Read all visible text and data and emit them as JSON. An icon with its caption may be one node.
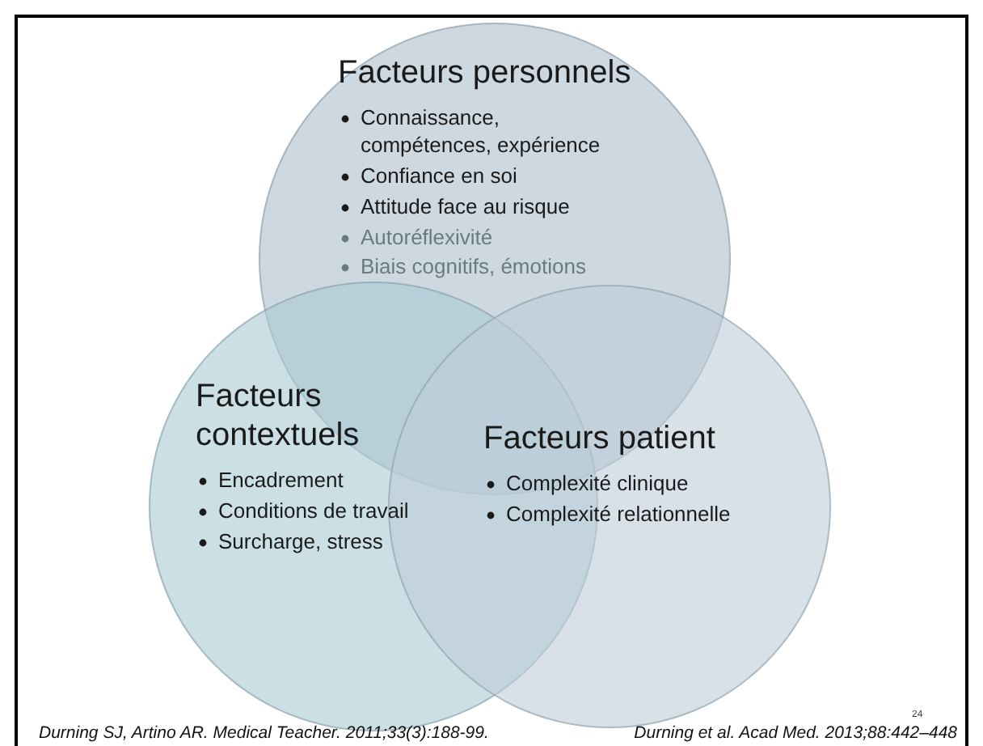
{
  "diagram": {
    "nodes": [
      {
        "text": [
          "Facteurs personnels",
          "Connaissance, compétences, expérience",
          "Confiance en soi",
          "Attitude face au risque",
          "Autoréflexivité",
          "Biais cognitifs, émotions"
        ]
      },
      {
        "text": [
          "Facteurs contextuels",
          "Encadrement",
          "Conditions de travail",
          "Surcharge, stress"
        ]
      },
      {
        "text": [
          "Facteurs patient",
          "Complexité clinique",
          "Complexité relationnelle"
        ]
      }
    ],
    "labels": [
      "Durning SJ, Artino AR. Medical Teacher. 2011;33(3):188-99.",
      "24",
      "Durning et al. Acad Med. 2013;88:442–448"
    ]
  }
}
